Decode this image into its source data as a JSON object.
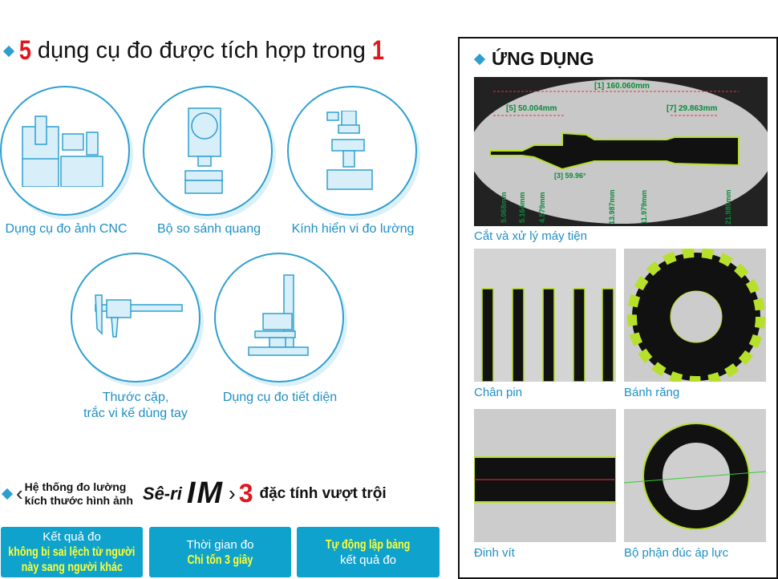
{
  "left": {
    "title": {
      "num_prefix": "5",
      "text": "dụng cụ đo được tích hợp trong",
      "num_suffix": "1"
    },
    "instruments": [
      {
        "label": "Dụng cụ đo ảnh CNC",
        "icon": "cnc-machine-icon"
      },
      {
        "label": "Bộ so sánh quang",
        "icon": "optical-comparator-icon"
      },
      {
        "label": "Kính hiển vi đo lường",
        "icon": "microscope-icon"
      },
      {
        "label_line1": "Thước cặp,",
        "label_line2": "trắc vi kế dùng tay",
        "icon": "caliper-icon"
      },
      {
        "label": "Dụng cụ đo tiết diện",
        "icon": "profile-projector-icon"
      }
    ],
    "series_heading": {
      "line1": "Hệ thống đo lường",
      "line2": "kích thước hình ảnh",
      "series_name": "Sê-ri",
      "model": "IM",
      "num": "3",
      "text": "đặc tính vượt trội"
    },
    "features": [
      {
        "line1": "Kết quả đo",
        "line2": "không bị sai lệch từ người",
        "line3": "này sang người khác"
      },
      {
        "line1": "Thời gian đo",
        "line2": "Chỉ tốn 3 giây"
      },
      {
        "line1": "Tự động lập bảng",
        "line2": "kết quả đo"
      }
    ]
  },
  "right": {
    "title": "ỨNG DỤNG",
    "applications": [
      {
        "caption": "Cắt và xử lý máy tiện",
        "annotations": [
          "[1] 160.060mm",
          "[5] 50.004mm",
          "[7] 29.863mm",
          "[3] 59.96°",
          "5.068mm",
          "5.164mm",
          "4.579mm",
          "13.987mm",
          "11.979mm",
          "21.980mm"
        ]
      },
      {
        "caption": "Chân pin"
      },
      {
        "caption": "Bánh răng"
      },
      {
        "caption": "Đinh vít"
      },
      {
        "caption": "Bộ phận đúc áp lực"
      }
    ]
  },
  "colors": {
    "accent": "#2a9fd0",
    "red": "#e0161c",
    "button": "#0ea2cc",
    "highlight": "#ffff33"
  }
}
